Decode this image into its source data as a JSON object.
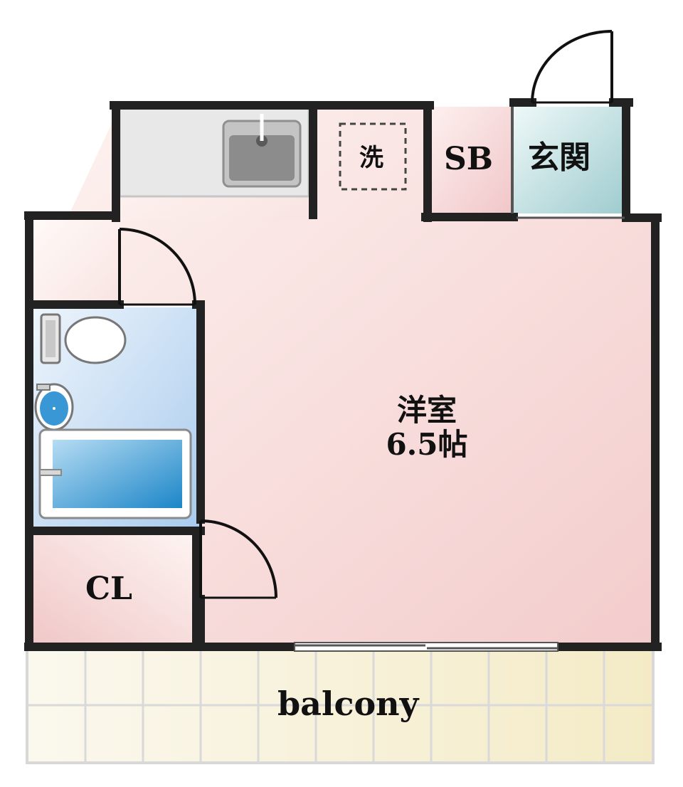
{
  "rooms": {
    "western_room": {
      "name": "洋室",
      "size": "6.5帖"
    },
    "laundry": {
      "label": "洗"
    },
    "shoe_box": {
      "label": "SB"
    },
    "entrance": {
      "label": "玄関"
    },
    "closet": {
      "label": "CL"
    },
    "balcony": {
      "label": "balcony"
    }
  },
  "colors": {
    "wall": "#222222",
    "room_pink": "#f6d8d8",
    "room_pink_light": "#fdf2f0",
    "bath_blue": "#bcd7f0",
    "tub_blue": "#3c9fd6",
    "entrance_teal": "#c9e3e6",
    "kitchen_gray": "#e6e6e6",
    "balcony_cream": "#f7f1d6"
  },
  "icons": [
    "sink-icon",
    "toilet-icon",
    "washbasin-icon",
    "bathtub-icon",
    "door-swing-icon",
    "sliding-window-icon"
  ]
}
